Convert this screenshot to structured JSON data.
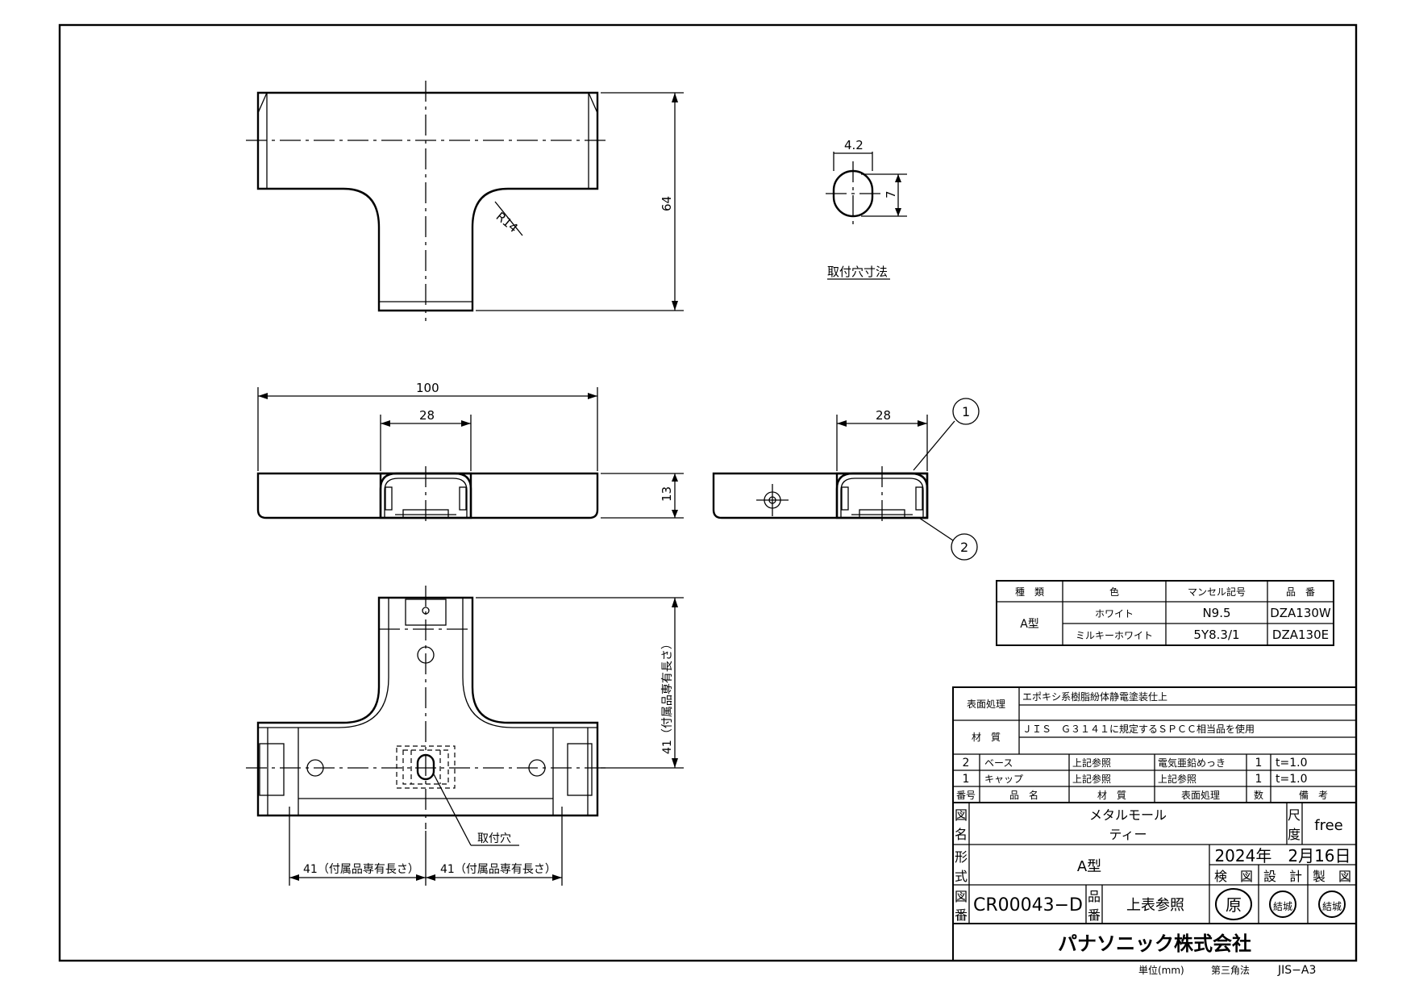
{
  "dimensions": {
    "top_height": "64",
    "radius": "R14",
    "overall_width": "100",
    "channel_width": "28",
    "side_width": "28",
    "profile_height": "13",
    "plan_length": "41（付属品専有長さ）",
    "plan_left": "41（付属品専有長さ）",
    "plan_right": "41（付属品専有長さ）"
  },
  "hole_detail": {
    "width": "4.2",
    "height": "7",
    "title": "取付穴寸法"
  },
  "callouts": {
    "part1": "1",
    "part2": "2",
    "hole_label": "取付穴"
  },
  "color_table": {
    "headers": [
      "種　類",
      "色",
      "マンセル記号",
      "品　番"
    ],
    "type": "A型",
    "rows": [
      {
        "color": "ホワイト",
        "munsell": "N9.5",
        "code": "DZA130W"
      },
      {
        "color": "ミルキーホワイト",
        "munsell": "5Y8.3/1",
        "code": "DZA130E"
      }
    ]
  },
  "title_block": {
    "surface_label": "表面処理",
    "surface_value": "エポキシ系樹脂紛体静電塗装仕上",
    "material_label": "材　質",
    "material_value": "ＪＩＳ　Ｇ３１４１に規定するＳＰＣＣ相当品を使用",
    "parts": [
      {
        "no": "2",
        "name": "ベース",
        "material": "上記参照",
        "finish": "電気亜鉛めっき",
        "qty": "1",
        "note": "t=1.0"
      },
      {
        "no": "1",
        "name": "キャップ",
        "material": "上記参照",
        "finish": "上記参照",
        "qty": "1",
        "note": "t=1.0"
      }
    ],
    "parts_header": {
      "no": "番号",
      "name": "品　名",
      "material": "材　質",
      "finish": "表面処理",
      "qty": "数",
      "note": "備　考"
    },
    "drawing_name_label_1": "図",
    "drawing_name_label_2": "名",
    "drawing_name_1": "メタルモール",
    "drawing_name_2": "ティー",
    "scale_label_1": "尺",
    "scale_label_2": "度",
    "scale_value": "free",
    "model_label_1": "形",
    "model_label_2": "式",
    "model_value": "A型",
    "date": "2024年　2月16日",
    "check": "検　図",
    "design": "設　計",
    "draft": "製　図",
    "number_label_1": "図",
    "number_label_2": "番",
    "drawing_number": "CR00043−D",
    "product_label_1": "品",
    "product_label_2": "番",
    "product_value": "上表参照",
    "stamp_orig": "原",
    "stamp_a": "結城",
    "stamp_b": "結城",
    "company": "パナソニック株式会社",
    "unit": "単位(mm)",
    "projection": "第三角法",
    "paper": "JIS−A3"
  }
}
